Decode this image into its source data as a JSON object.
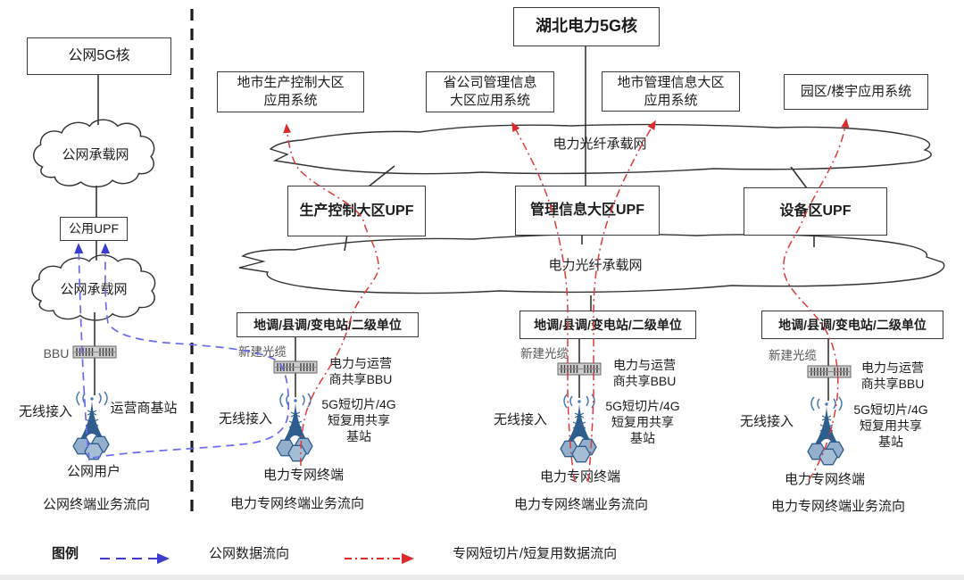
{
  "title_box": "湖北电力5G核",
  "left": {
    "core": "公网5G核",
    "cloud_top": "公网承载网",
    "upf": "公用UPF",
    "cloud_bottom": "公网承载网",
    "bbu": "BBU",
    "wireless": "无线接入",
    "carrier_station": "运营商基站",
    "user": "公网用户",
    "flow_caption": "公网终端业务流向"
  },
  "right": {
    "app_systems": [
      "地市生产控制大区\n应用系统",
      "省公司管理信息\n大区应用系统",
      "地市管理信息大区\n应用系统",
      "园区/楼宇应用系统"
    ],
    "fiber_cloud_upper": "电力光纤承载网",
    "fiber_cloud_lower": "电力光纤承载网",
    "upfs": [
      "生产控制大区UPF",
      "管理信息大区UPF",
      "设备区UPF"
    ],
    "groups": [
      {
        "unit": "地调/县调/变电站/二级单位",
        "cable": "新建光缆",
        "shared_bbu": "电力与运营\n商共享BBU",
        "wireless": "无线接入",
        "station": "5G短切片/4G\n短复用共享\n基站",
        "terminal": "电力专网终端",
        "flow_caption": "电力专网终端业务流向"
      },
      {
        "unit": "地调/县调/变电站/二级单位",
        "cable": "新建光缆",
        "shared_bbu": "电力与运营\n商共享BBU",
        "wireless": "无线接入",
        "station": "5G短切片/4G\n短复用共享\n基站",
        "terminal": "电力专网终端",
        "flow_caption": "电力专网终端业务流向"
      },
      {
        "unit": "地调/县调/变电站/二级单位",
        "cable": "新建光缆",
        "shared_bbu": "电力与运营\n商共享BBU",
        "wireless": "无线接入",
        "station": "5G短切片/4G\n短复用共享\n基站",
        "terminal": "电力专网终端",
        "flow_caption": "电力专网终端业务流向"
      }
    ]
  },
  "legend": {
    "title": "图例",
    "public_flow": "公网数据流向",
    "private_flow": "专网短切片/短复用数据流向"
  },
  "colors": {
    "public_flow_blue": "#4444d8",
    "private_flow_red": "#dd3333",
    "tower_blue": "#2e5e8e"
  }
}
